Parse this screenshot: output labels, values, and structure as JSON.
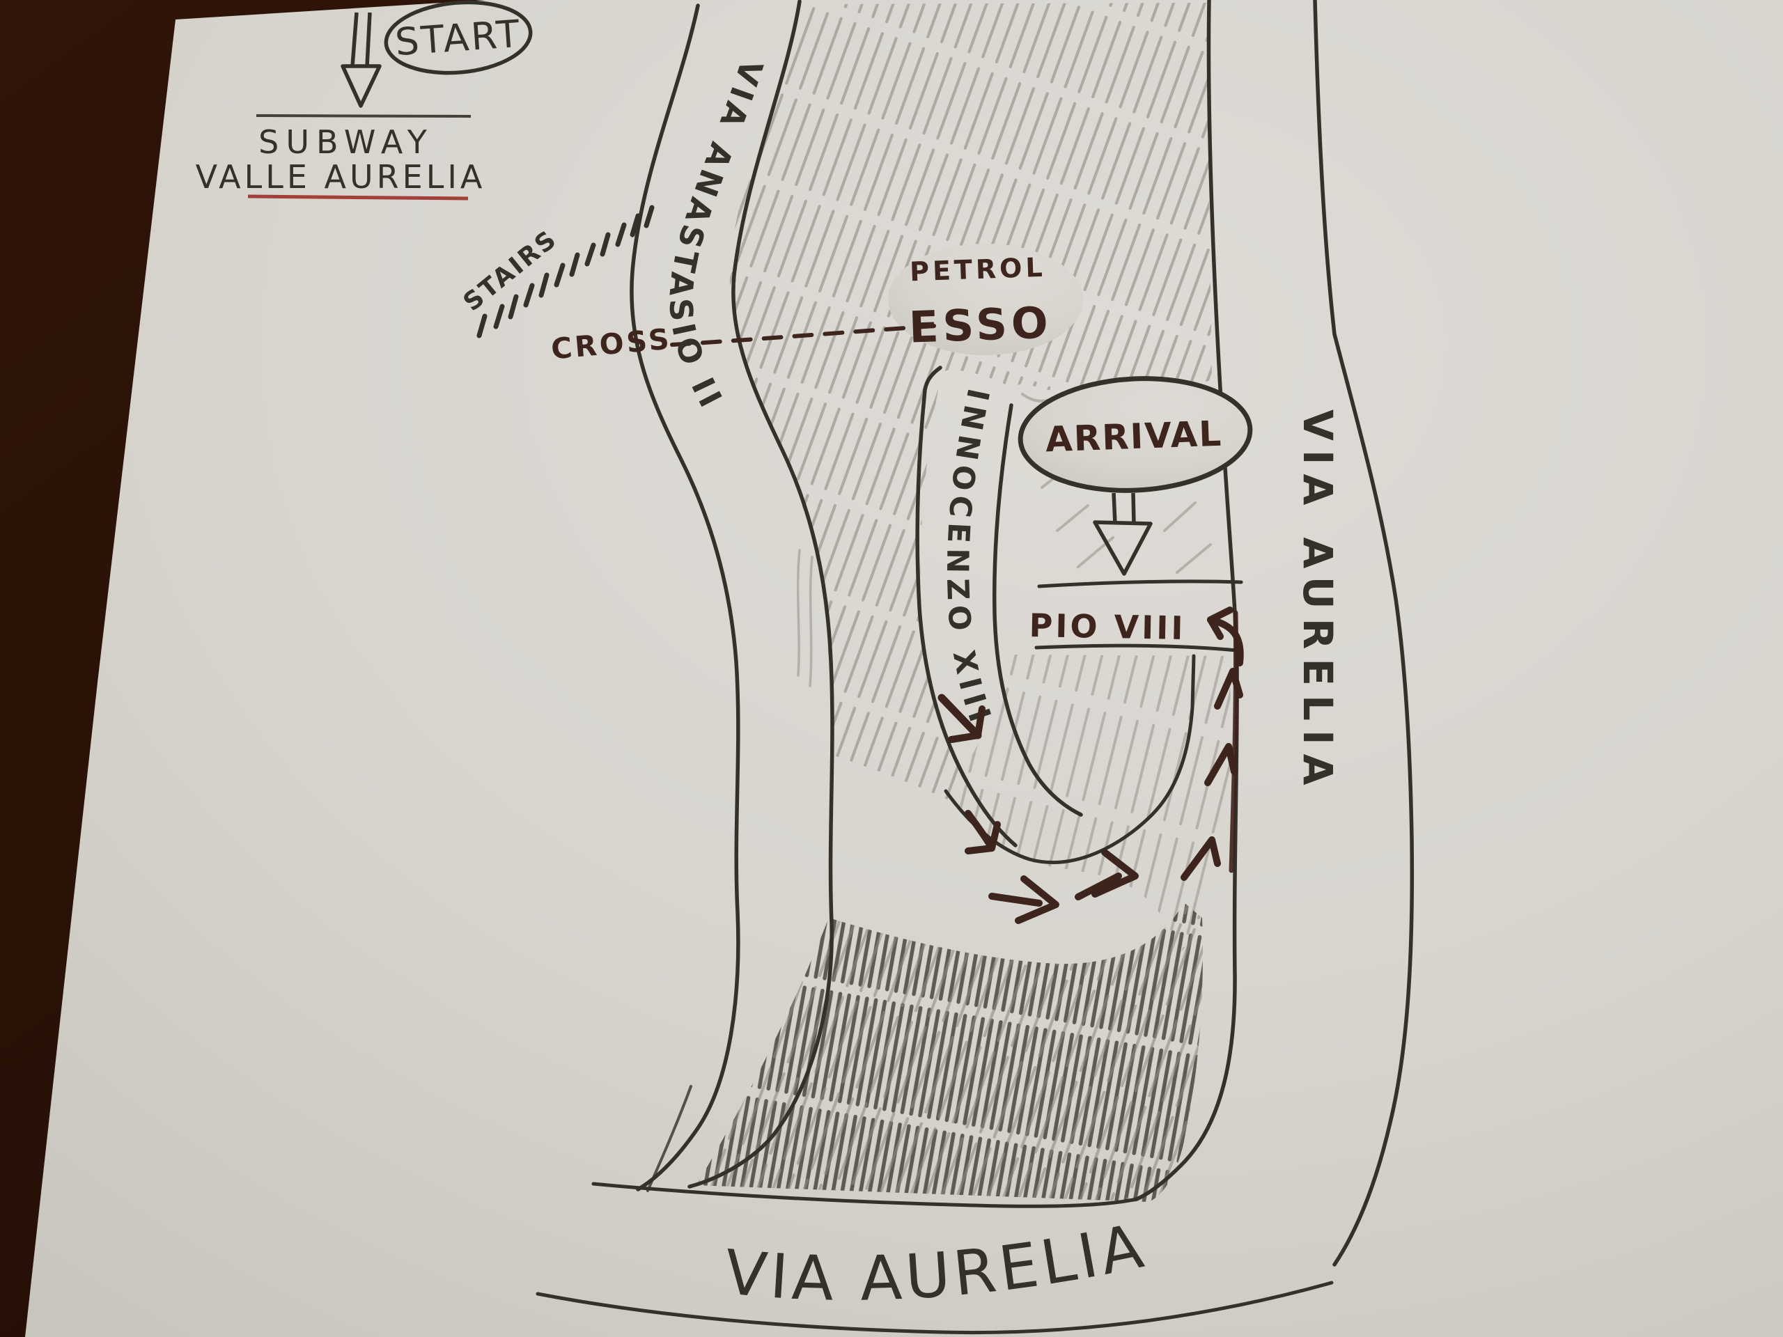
{
  "scene": {
    "table_color": "#2a1208",
    "paper_color": "#d8d5cf",
    "ink_color": "#34302a",
    "accent_ink_color": "#3d241c",
    "pencil_color": "#8e8a83",
    "red_underline_color": "#9c3029"
  },
  "labels": {
    "start": "START",
    "subway": "SUBWAY",
    "subway_station": "VALLE AURELIA",
    "stairs": "STAIRS",
    "cross": "CROSS",
    "petrol": "PETROL",
    "petrol_brand": "ESSO",
    "road_left": "VIA ANASTASIO II",
    "road_middle": "INNOCENZO XIII",
    "arrival": "ARRIVAL",
    "arrival_street": "PIO VIII",
    "road_right": "VIA AURELIA",
    "road_bottom": "VIA AURELIA"
  }
}
